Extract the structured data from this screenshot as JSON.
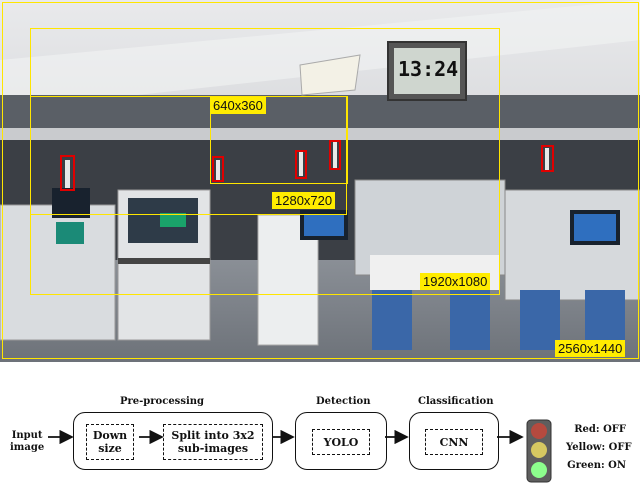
{
  "photo": {
    "clock_text": "13:24",
    "resolution_boxes": [
      {
        "label": "640x360"
      },
      {
        "label": "1280x720"
      },
      {
        "label": "1920x1080"
      },
      {
        "label": "2560x1440"
      }
    ]
  },
  "pipeline": {
    "input_label": "Input\nimage",
    "stages": [
      {
        "heading": "Pre-processing",
        "steps": [
          "Down\nsize",
          "Split into 3x2\nsub-images"
        ]
      },
      {
        "heading": "Detection",
        "steps": [
          "YOLO"
        ]
      },
      {
        "heading": "Classification",
        "steps": [
          "CNN"
        ]
      }
    ],
    "output_status": [
      "Red: OFF",
      "Yellow: OFF",
      "Green: ON"
    ],
    "colors": {
      "red": "#c0392b",
      "yellow": "#d8c43a",
      "green_on": "#7dff7d"
    }
  }
}
